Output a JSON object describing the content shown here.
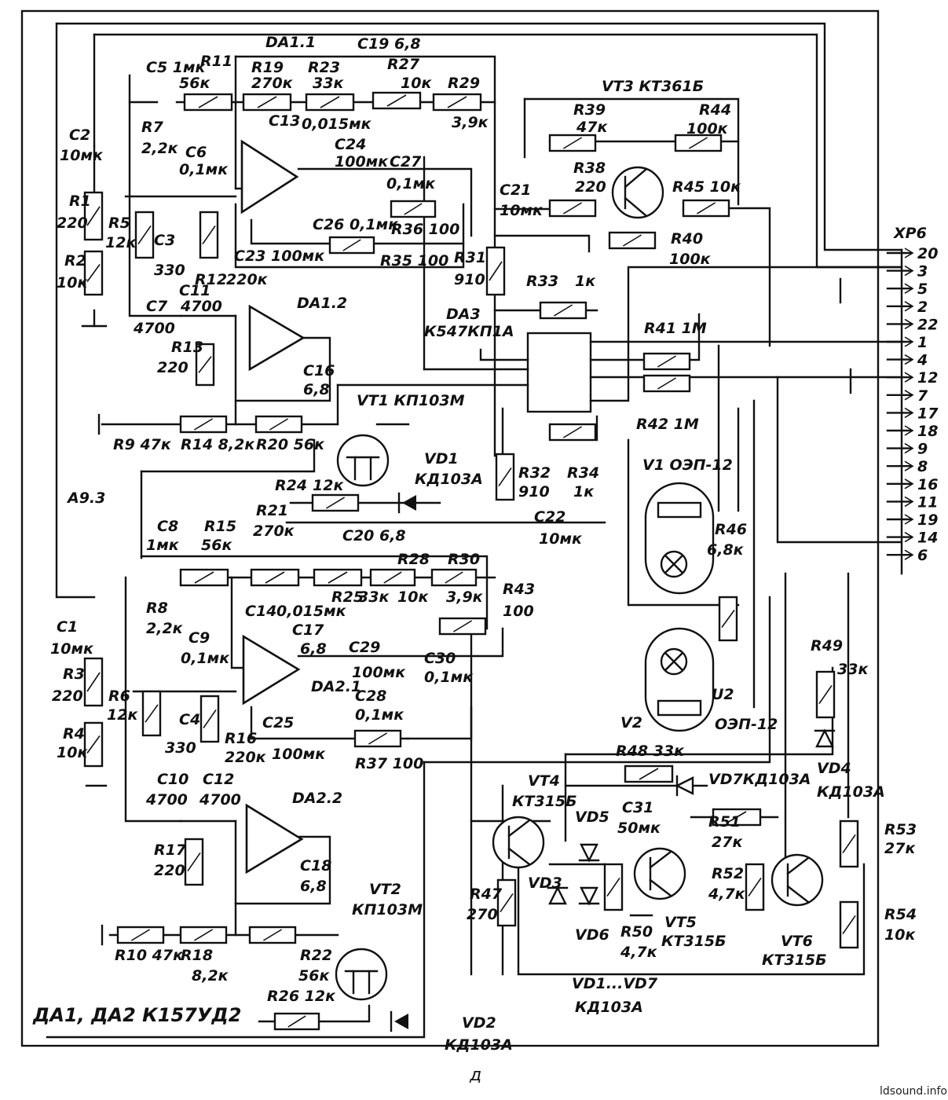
{
  "title_note": "ДА1, ДА2 К157УД2",
  "board_label": "А9.3",
  "figure_caption": "д",
  "watermark": "ldsound.info",
  "connector": {
    "name": "ХР6",
    "pins": [
      "20",
      "3",
      "5",
      "2",
      "22",
      "1",
      "4",
      "12",
      "7",
      "17",
      "18",
      "9",
      "8",
      "16",
      "11",
      "19",
      "14",
      "6"
    ]
  },
  "chips": {
    "da1_1": "DA1.1",
    "da1_2": "DA1.2",
    "da2_1": "DA2.1",
    "da2_2": "DA2.2",
    "da3": "DA3",
    "da3_type": "К547КП1А"
  },
  "components": {
    "c5": "С5 1мк",
    "r11": "R11",
    "r11v": "56к",
    "r19": "R19",
    "r19v": "270к",
    "r23": "R23",
    "r23v": "33к",
    "r27": "R27",
    "r27v": "10к",
    "r29": "R29",
    "r29v": "3,9к",
    "c19": "С19 6,8",
    "c13": "С13",
    "c13v": "0,015мк",
    "c2": "С2",
    "c2v": "10мк",
    "r7": "R7",
    "r7v": "2,2к",
    "c6": "С6",
    "c6v": "0,1мк",
    "r1": "R1",
    "r1v": "220",
    "r5": "R5",
    "r5v": "12к",
    "c3": "С3",
    "c3v": "330",
    "r2": "R2",
    "r2v": "10к",
    "r12": "R12",
    "r12v": "220к",
    "c24": "С24",
    "c24v": "100мк",
    "c27": "С27",
    "c27v": "0,1мк",
    "c26": "С26 0,1мк",
    "r36": "R36 100",
    "c23": "С23 100мк",
    "r35": "R35 100",
    "c21": "С21",
    "c21v": "10мк",
    "vt3": "VT3 КТ361Б",
    "r39": "R39",
    "r39v": "47к",
    "r44": "R44",
    "r44v": "100к",
    "r38": "R38",
    "r38v": "220",
    "r45": "R45 10к",
    "r40": "R40",
    "r40v": "100к",
    "r31": "R31",
    "r31v": "910",
    "r33": "R33",
    "r33v": "1к",
    "c7": "С7",
    "c7v": "4700",
    "c11": "С11",
    "c11v": "4700",
    "r13": "R13",
    "r13v": "220",
    "c16": "С16",
    "c16v": "6,8",
    "r41": "R41 1М",
    "r42": "R42 1М",
    "vt1": "VT1 КП103М",
    "r9": "R9 47к",
    "r14": "R14 8,2к",
    "r20": "R20 56к",
    "vd1": "VD1",
    "vd1v": "КД103А",
    "r24": "R24",
    "r24v": "12к",
    "r21": "R21",
    "r21v": "270к",
    "r32": "R32",
    "r32v": "910",
    "r34": "R34",
    "r34v": "1к",
    "v1": "V1 ОЭП-12",
    "r46": "R46",
    "r46v": "6,8к",
    "c22": "С22",
    "c22v": "10мк",
    "c20": "С20 6,8",
    "c8": "С8",
    "c8v": "1мк",
    "r15": "R15",
    "r15v": "56к",
    "r28": "R28",
    "r30": "R30",
    "r25": "R25",
    "r25v": "33к",
    "r28v": "10к",
    "r30v": "3,9к",
    "c14": "С14",
    "c14v": "0,015мк",
    "c17": "С17",
    "c17v": "6,8",
    "r43": "R43",
    "r43v": "100",
    "c1": "С1",
    "c1v": "10мк",
    "r8": "R8",
    "r8v": "2,2к",
    "c9": "С9",
    "c9v": "0,1мк",
    "r3": "R3",
    "r3v": "220",
    "r6": "R6",
    "r6v": "12к",
    "c4": "С4",
    "c4v": "330",
    "r4": "R4",
    "r4v": "10к",
    "r16": "R16",
    "r16v": "220к",
    "c29": "С29",
    "c29v": "100мк",
    "c30": "С30",
    "c30v": "0,1мк",
    "c25": "С25",
    "c25v": "100мк",
    "c28": "С28",
    "c28v": "0,1мк",
    "r37": "R37 100",
    "u2": "U2",
    "v2": "V2",
    "v2v": "ОЭП-12",
    "r49": "R49",
    "r49v": "33к",
    "r48": "R48 33к",
    "vd7": "VD7КД103А",
    "vt4": "VT4",
    "vt4v": "КТ315Б",
    "vd5": "VD5",
    "c31": "С31",
    "c31v": "50мк",
    "vd4": "VD4",
    "vd4v": "КД103А",
    "r51": "R51",
    "r51v": "27к",
    "r53": "R53",
    "r53v": "27к",
    "r47": "R47",
    "r47v": "270",
    "vd3": "VD3",
    "vd6": "VD6",
    "r50": "R50",
    "r50v": "4,7к",
    "vt5": "VT5",
    "vt5v": "КТ315Б",
    "r52": "R52",
    "r52v": "4,7к",
    "vt6": "VT6",
    "vt6v": "КТ315Б",
    "r54": "R54",
    "r54v": "10к",
    "c10": "С10",
    "c10v": "4700",
    "c12": "С12",
    "c12v": "4700",
    "r17": "R17",
    "r17v": "220",
    "c18": "С18",
    "c18v": "6,8",
    "vt2": "VT2",
    "vt2v": "КП103М",
    "r10": "R10 47к",
    "r18": "R18",
    "r18v": "8,2к",
    "r22": "R22",
    "r22v": "56к",
    "r26": "R26 12к",
    "vd2": "VD2",
    "vd2v": "КД103А",
    "vd_list": "VD1...VD7",
    "vd_list_v": "КД103А"
  }
}
